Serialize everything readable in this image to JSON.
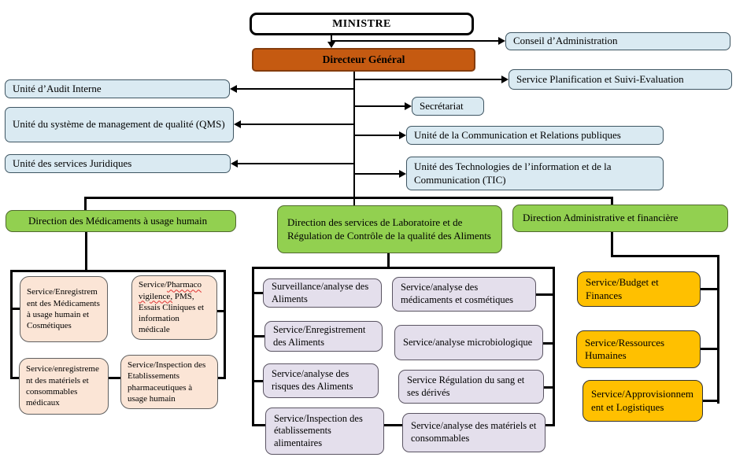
{
  "top": {
    "ministre_label": "MINISTRE",
    "dg_label": "Directeur Général",
    "conseil_label": "Conseil d’Administration",
    "planification_label": "Service Planification et Suivi-Evaluation"
  },
  "left_units": [
    {
      "label": "Unité d’Audit Interne"
    },
    {
      "label": "Unité du système de management de qualité (QMS)"
    },
    {
      "label": "Unité des services Juridiques"
    }
  ],
  "right_units": [
    {
      "label": "Secrétariat"
    },
    {
      "label": "Unité de la Communication et Relations publiques"
    },
    {
      "label": "Unité des Technologies de l’information et de la Communication (TIC)"
    }
  ],
  "directions": [
    {
      "label": "Direction des Médicaments à usage humain"
    },
    {
      "label": "Direction des services de Laboratoire et de Régulation de Contrôle de la qualité des Aliments"
    },
    {
      "label": "Direction Administrative et financière"
    }
  ],
  "med_services": [
    {
      "label": "Service/Enregistrement des Médicaments à usage humain et Cosmétiques"
    },
    {
      "parts": {
        "before": "Service/",
        "misspelled": "Pharmaco vigilence,",
        "after": " PMS, Essais Cliniques et information médicale"
      }
    },
    {
      "label": "Service/enregistrement des matériels et consommables médicaux"
    },
    {
      "label": "Service/Inspection des Etablissements pharmaceutiques à usage humain"
    }
  ],
  "lab_services_left": [
    {
      "label": "Surveillance/analyse des Aliments"
    },
    {
      "label": "Service/Enregistrement des Aliments"
    },
    {
      "label": "Service/analyse des risques des Aliments"
    },
    {
      "label": "Service/Inspection des établissements alimentaires"
    }
  ],
  "lab_services_right": [
    {
      "label": "Service/analyse des médicaments et cosmétiques"
    },
    {
      "label": "Service/analyse microbiologique"
    },
    {
      "label": "Service Régulation du sang et ses dérivés"
    },
    {
      "label": "Service/analyse des matériels et consommables"
    }
  ],
  "admin_services": [
    {
      "label": "Service/Budget et Finances"
    },
    {
      "label": "Service/Ressources Humaines"
    },
    {
      "label": "Service/Approvisionnement et Logistiques"
    }
  ],
  "colors": {
    "director_general_fill": "#c55a11",
    "unit_fill": "#daeaf2",
    "direction_fill": "#92d050",
    "med_service_fill": "#fbe5d6",
    "lab_service_fill": "#e4dfec",
    "admin_service_fill": "#ffc000",
    "connector": "#000000",
    "spellcheck_underline": "#e03131"
  }
}
